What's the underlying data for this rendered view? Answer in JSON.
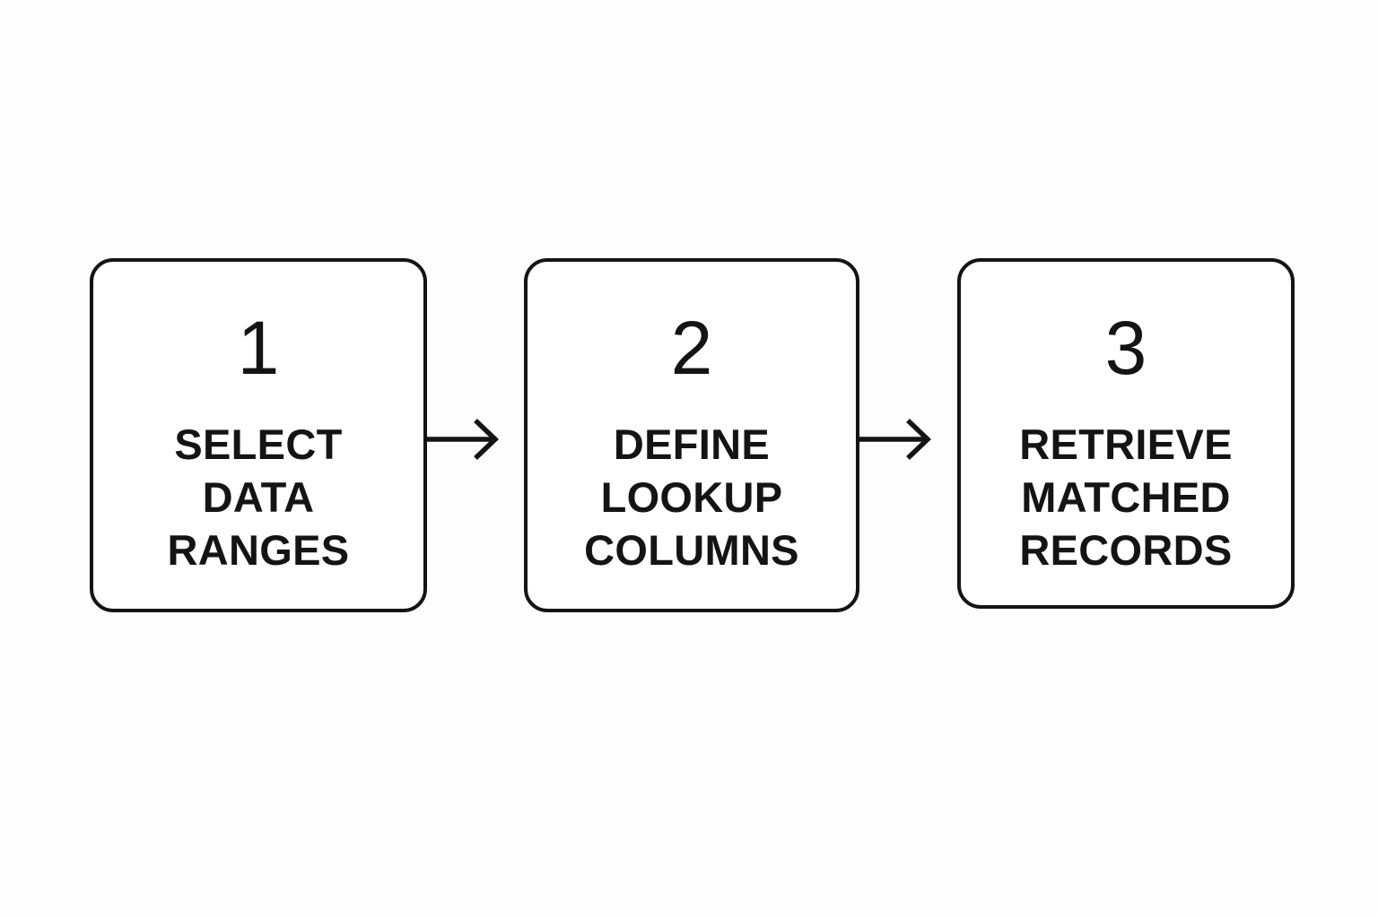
{
  "diagram": {
    "type": "process-flow",
    "orientation": "horizontal",
    "background_color": "#fdfdfd",
    "stroke_color": "#141414",
    "text_color": "#141414",
    "steps": [
      {
        "number": "1",
        "label": "SELECT\nDATA\nRANGES",
        "label_lines": [
          "SELECT",
          "DATA",
          "RANGES"
        ]
      },
      {
        "number": "2",
        "label": "DEFINE\nLOOKUP\nCOLUMNS",
        "label_lines": [
          "DEFINE",
          "LOOKUP",
          "COLUMNS"
        ]
      },
      {
        "number": "3",
        "label": "RETRIEVE\nMATCHED\nRECORDS",
        "label_lines": [
          "RETRIEVE",
          "MATCHED",
          "RECORDS"
        ]
      }
    ],
    "connectors": [
      {
        "from": "1",
        "to": "2",
        "icon": "arrow-right-icon"
      },
      {
        "from": "2",
        "to": "3",
        "icon": "arrow-right-icon"
      }
    ]
  }
}
